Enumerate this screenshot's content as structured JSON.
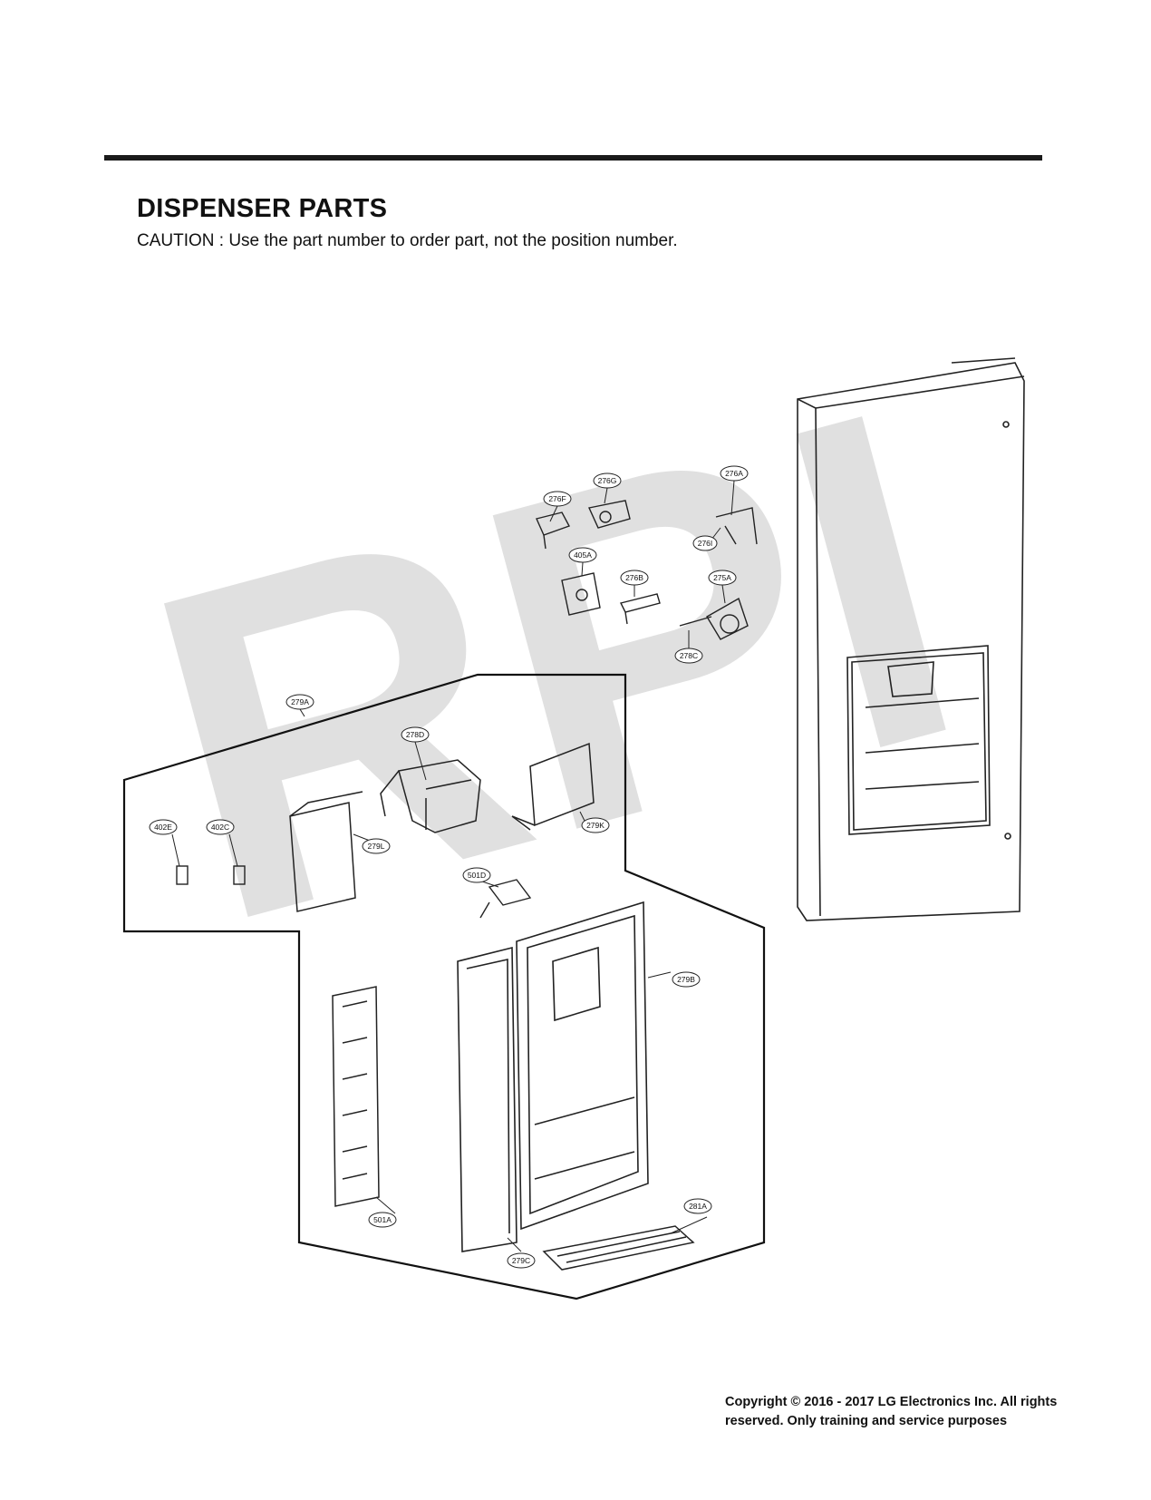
{
  "header": {
    "title": "DISPENSER PARTS",
    "caution": "CAUTION : Use the part number to order part, not the position number."
  },
  "watermark": "RPI",
  "callouts": [
    "276A",
    "276G",
    "276F",
    "276I",
    "405A",
    "276B",
    "275A",
    "278C",
    "279A",
    "278D",
    "279K",
    "402E",
    "402C",
    "279L",
    "501D",
    "279B",
    "501A",
    "281A",
    "279C"
  ],
  "footer": {
    "copyright_line1": "Copyright © 2016 - 2017 LG Electronics Inc. All rights",
    "copyright_line2": "reserved. Only training and service purposes"
  }
}
